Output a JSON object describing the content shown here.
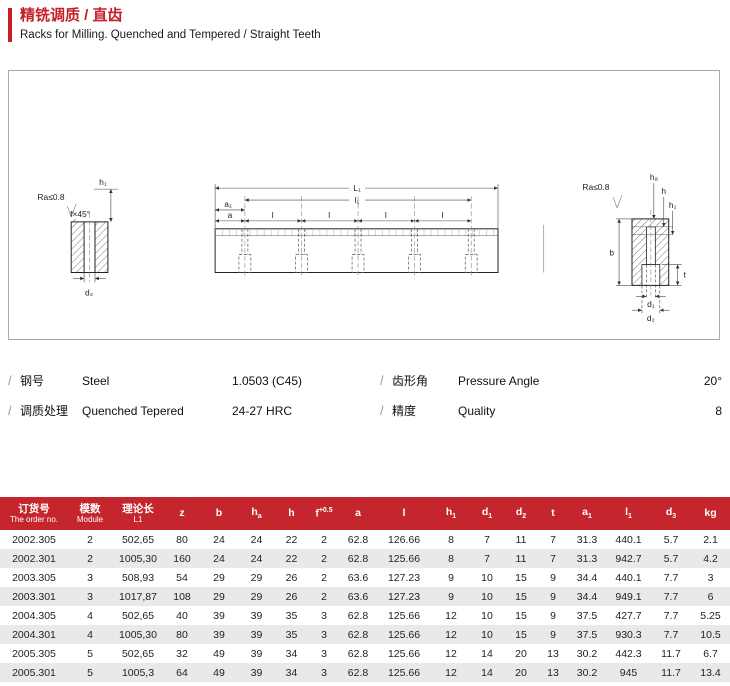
{
  "header": {
    "title_zh": "精铣调质 / 直齿",
    "title_en": "Racks for Milling. Quenched and Tempered / Straight Teeth"
  },
  "drawing": {
    "left": {
      "ra": "Ra≤0.8",
      "h1": "h₁",
      "f45": "f×45°",
      "d3": "d₃"
    },
    "mid": {
      "L1": "L₁",
      "l1": "l₁",
      "a1": "a₁",
      "a": "a",
      "l": "l"
    },
    "right": {
      "ra": "Ra≤0.8",
      "ha": "hₐ",
      "h": "h",
      "h1": "h₁",
      "b": "b",
      "d1": "d₁",
      "d2": "d₂",
      "t": "t"
    }
  },
  "specs": {
    "left": [
      {
        "slash": "/",
        "zh": "钢号",
        "en": "Steel",
        "value": "1.0503 (C45)"
      },
      {
        "slash": "/",
        "zh": "调质处理",
        "en": "Quenched Tepered",
        "value": "24-27 HRC"
      }
    ],
    "right": [
      {
        "slash": "/",
        "zh": "齿形角",
        "en": "Pressure Angle",
        "value": "20°"
      },
      {
        "slash": "/",
        "zh": "精度",
        "en": "Quality",
        "value": "8"
      }
    ]
  },
  "table": {
    "headers": [
      {
        "line1": "订货号",
        "line2": "The order no."
      },
      {
        "line1": "模数",
        "line2": "Module"
      },
      {
        "line1": "理论长",
        "line2": "L1"
      },
      {
        "main": "z"
      },
      {
        "main": "b"
      },
      {
        "main": "h",
        "sub": "a"
      },
      {
        "main": "h"
      },
      {
        "main": "f",
        "sup": "+0.5"
      },
      {
        "main": "a"
      },
      {
        "main": "l"
      },
      {
        "main": "h",
        "sub": "1"
      },
      {
        "main": "d",
        "sub": "1"
      },
      {
        "main": "d",
        "sub": "2"
      },
      {
        "main": "t"
      },
      {
        "main": "a",
        "sub": "1"
      },
      {
        "main": "l",
        "sub": "1"
      },
      {
        "main": "d",
        "sub": "3"
      },
      {
        "main": "kg"
      }
    ],
    "rows": [
      [
        "2002.305",
        "2",
        "502,65",
        "80",
        "24",
        "24",
        "22",
        "2",
        "62.8",
        "126.66",
        "8",
        "7",
        "11",
        "7",
        "31.3",
        "440.1",
        "5.7",
        "2.1"
      ],
      [
        "2002.301",
        "2",
        "1005,30",
        "160",
        "24",
        "24",
        "22",
        "2",
        "62.8",
        "125.66",
        "8",
        "7",
        "11",
        "7",
        "31.3",
        "942.7",
        "5.7",
        "4.2"
      ],
      [
        "2003.305",
        "3",
        "508,93",
        "54",
        "29",
        "29",
        "26",
        "2",
        "63.6",
        "127.23",
        "9",
        "10",
        "15",
        "9",
        "34.4",
        "440.1",
        "7.7",
        "3"
      ],
      [
        "2003.301",
        "3",
        "1017,87",
        "108",
        "29",
        "29",
        "26",
        "2",
        "63.6",
        "127.23",
        "9",
        "10",
        "15",
        "9",
        "34.4",
        "949.1",
        "7.7",
        "6"
      ],
      [
        "2004.305",
        "4",
        "502,65",
        "40",
        "39",
        "39",
        "35",
        "3",
        "62.8",
        "125.66",
        "12",
        "10",
        "15",
        "9",
        "37.5",
        "427.7",
        "7.7",
        "5.25"
      ],
      [
        "2004.301",
        "4",
        "1005,30",
        "80",
        "39",
        "39",
        "35",
        "3",
        "62.8",
        "125.66",
        "12",
        "10",
        "15",
        "9",
        "37.5",
        "930.3",
        "7.7",
        "10.5"
      ],
      [
        "2005.305",
        "5",
        "502,65",
        "32",
        "49",
        "39",
        "34",
        "3",
        "62.8",
        "125.66",
        "12",
        "14",
        "20",
        "13",
        "30.2",
        "442.3",
        "11.7",
        "6.7"
      ],
      [
        "2005.301",
        "5",
        "1005,3",
        "64",
        "49",
        "39",
        "34",
        "3",
        "62.8",
        "125.66",
        "12",
        "14",
        "20",
        "13",
        "30.2",
        "945",
        "11.7",
        "13.4"
      ]
    ]
  }
}
